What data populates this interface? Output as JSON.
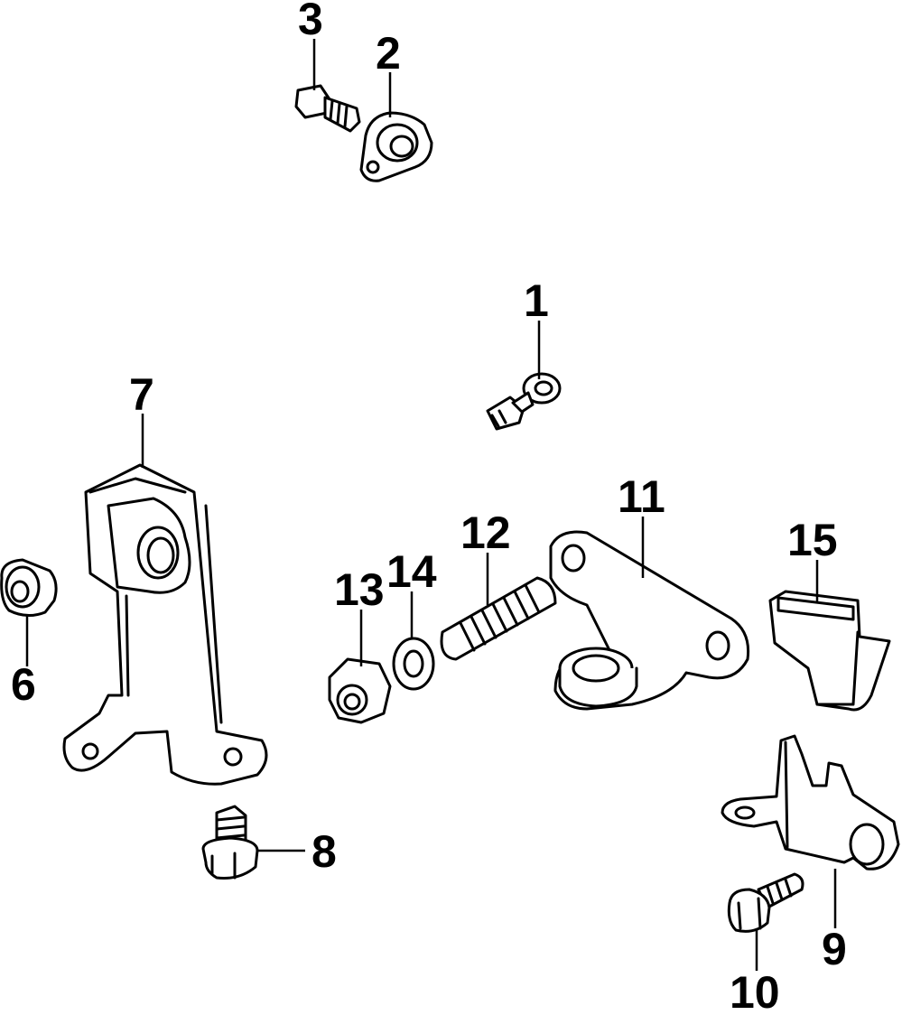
{
  "diagram": {
    "callouts": [
      {
        "id": "c1",
        "label": "1"
      },
      {
        "id": "c2",
        "label": "2"
      },
      {
        "id": "c3",
        "label": "3"
      },
      {
        "id": "c6",
        "label": "6"
      },
      {
        "id": "c7",
        "label": "7"
      },
      {
        "id": "c8",
        "label": "8"
      },
      {
        "id": "c9",
        "label": "9"
      },
      {
        "id": "c10",
        "label": "10"
      },
      {
        "id": "c11",
        "label": "11"
      },
      {
        "id": "c12",
        "label": "12"
      },
      {
        "id": "c13",
        "label": "13"
      },
      {
        "id": "c14",
        "label": "14"
      },
      {
        "id": "c15",
        "label": "15"
      }
    ]
  }
}
